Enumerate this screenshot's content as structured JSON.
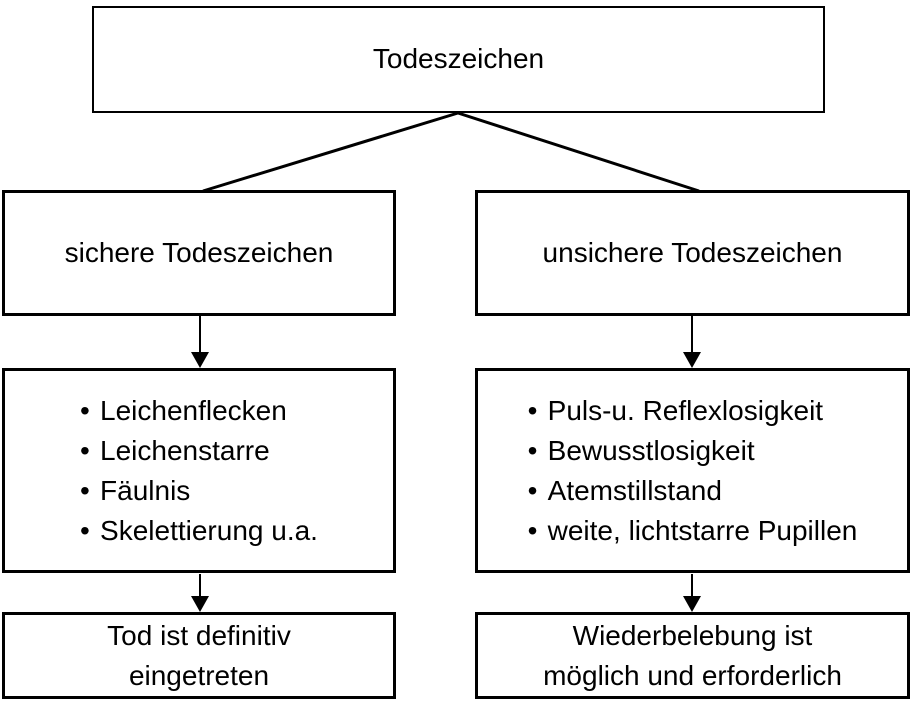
{
  "diagram": {
    "title": "Todeszeichen flowchart",
    "colors": {
      "line": "#000000",
      "text": "#000000",
      "background": "#ffffff"
    },
    "root": {
      "label": "Todeszeichen"
    },
    "left_branch": {
      "header": "sichere Todeszeichen",
      "items": [
        "Leichenflecken",
        "Leichenstarre",
        "Fäulnis",
        "Skelettierung u.a."
      ],
      "outcome_lines": {
        "line1": "Tod ist definitiv",
        "line2": "eingetreten"
      }
    },
    "right_branch": {
      "header": "unsichere Todeszeichen",
      "items": [
        "Puls-u. Reflexlosigkeit",
        "Bewusstlosigkeit",
        "Atemstillstand",
        "weite, lichtstarre Pupillen"
      ],
      "outcome_lines": {
        "line1": "Wiederbelebung ist",
        "line2": "möglich und erforderlich"
      }
    }
  }
}
